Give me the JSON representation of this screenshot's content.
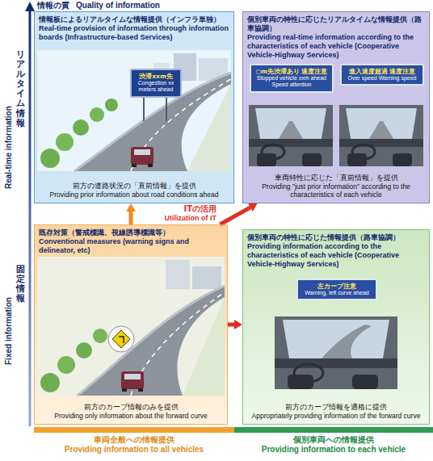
{
  "diagram": {
    "nodes": [
      {
        "text": [
          "情報板によるリアルタイムな情報提供（インフラ単独）",
          "Real-time provision of information through information boards (Infrastructure-based Services)",
          "前方の道路状況の「直前情報」を提供",
          "Providing prior information about road conditions ahead"
        ]
      },
      {
        "text": [
          "渋滞xxm先",
          "Congestion xx meters ahead"
        ],
        "in": 0
      },
      {
        "text": [
          "個別車両の特性に応じたリアルタイムな情報提供（路車協調）",
          "Providing real-time information according to the characteristics of each vehicle (Cooperative Vehicle-Highway Services)",
          "車両特性に応じた「直前情報」を提供",
          "Providing \"just prior information\" according to the characteristics of each vehicle"
        ]
      },
      {
        "text": [
          "○m先渋滞あり 速度注意",
          "Stopped vehicle xxm ahead Speed attention"
        ],
        "in": 2
      },
      {
        "text": [
          "進入速度超過 速度注意",
          "Over speed Warning speed"
        ],
        "in": 2
      },
      {
        "text": [
          "既存対策（警戒標識、視線誘導標識等）",
          "Conventional measures (warning signs and delineator, etc)",
          "前方のカーブ情報のみを提供",
          "Providing only information about the forward curve"
        ]
      },
      {
        "text": [
          "個別車両の特性に応じた情報提供（路車協調）",
          "Providing information according to the characteristics of each vehicle (Cooperative Vehicle-Highway Services)",
          "前方のカーブ情報を適格に提供",
          "Appropriately providing information of the forward curve"
        ]
      },
      {
        "text": [
          "左カーブ注意",
          "Warning, left curve ahead"
        ],
        "in": 6
      },
      {
        "text": [
          "車両全般への情報提供",
          "Providing information to all vehicles"
        ]
      },
      {
        "text": [
          "個別車両への情報提供",
          "Providing information to each vehicle"
        ]
      }
    ],
    "edges": [
      {
        "from": 5,
        "to": 0,
        "arrow": "to"
      },
      {
        "from": 5,
        "to": 2,
        "arrow": "to"
      },
      {
        "from": 5,
        "to": 6,
        "arrow": "to"
      }
    ],
    "labels": [
      "情報の質",
      "Quality of information",
      "リアルタイム情報",
      "Real-time information",
      "固定情報",
      "Fixed information",
      "ITの活用",
      "Utilization of IT"
    ]
  }
}
